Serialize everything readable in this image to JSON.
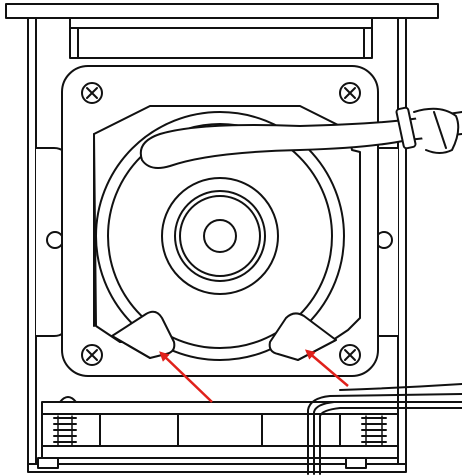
{
  "figure": {
    "subject": "pump-head-rear-view",
    "colors": {
      "line": "#111111",
      "fill": "#ffffff",
      "shade": "#f4f4f4",
      "arrow": "#e0211b"
    },
    "screws": [
      "top-left",
      "top-right",
      "bottom-left",
      "bottom-right"
    ],
    "tube_clamps": [
      "left",
      "right"
    ],
    "arrows": {
      "count": 2,
      "target": "tube-clamp-tabs"
    }
  }
}
